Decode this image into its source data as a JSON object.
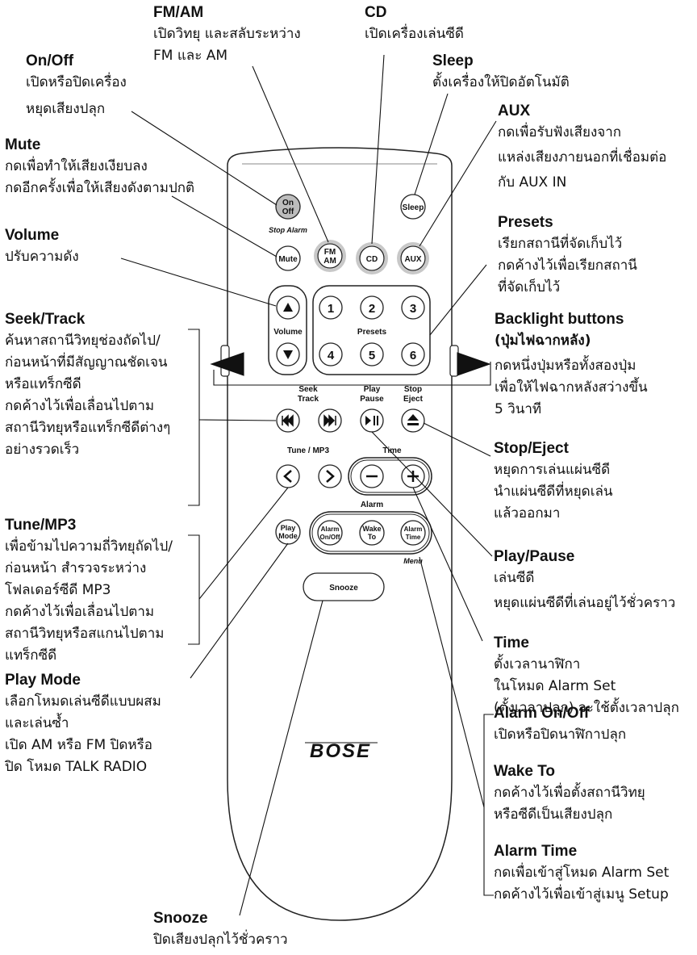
{
  "labels": {
    "fmam": {
      "title": "FM/AM",
      "lines": [
        "เปิดวิทยุ และสลับระหว่าง",
        "FM และ AM"
      ]
    },
    "cd": {
      "title": "CD",
      "lines": [
        "เปิดเครื่องเล่นซีดี"
      ]
    },
    "onoff": {
      "title": "On/Off",
      "lines": [
        "เปิดหรือปิดเครื่อง",
        "หยุดเสียงปลุก"
      ]
    },
    "sleep": {
      "title": "Sleep",
      "lines": [
        "ตั้งเครื่องให้ปิดอัตโนมัติ"
      ]
    },
    "aux": {
      "title": "AUX",
      "lines": [
        "กดเพื่อรับฟังเสียงจาก",
        "แหล่งเสียงภายนอกที่เชื่อมต่อ",
        "กับ AUX IN"
      ]
    },
    "mute": {
      "title": "Mute",
      "lines": [
        "กดเพื่อทำให้เสียงเงียบลง",
        "กดอีกครั้งเพื่อให้เสียงดังตามปกติ"
      ]
    },
    "presets": {
      "title": "Presets",
      "lines": [
        "เรียกสถานีที่จัดเก็บไว้",
        "กดค้างไว้เพื่อเรียกสถานี",
        "ที่จัดเก็บไว้"
      ]
    },
    "volume": {
      "title": "Volume",
      "lines": [
        "ปรับความดัง"
      ]
    },
    "seek": {
      "title": "Seek/Track",
      "lines": [
        "ค้นหาสถานีวิทยุช่องถัดไป/",
        "ก่อนหน้าที่มีสัญญาณชัดเจน",
        "หรือแทร็กซีดี"
      ],
      "lines2": [
        "กดค้างไว้เพื่อเลื่อนไปตาม",
        "สถานีวิทยุหรือแทร็กซีดีต่างๆ",
        "อย่างรวดเร็ว"
      ]
    },
    "backlight": {
      "title": "Backlight buttons",
      "title2": "(ปุ่มไฟฉากหลัง)",
      "lines": [
        "กดหนึ่งปุ่มหรือทั้งสองปุ่ม",
        "เพื่อให้ไฟฉากหลังสว่างขึ้น",
        "5 วินาที"
      ]
    },
    "stopeject": {
      "title": "Stop/Eject",
      "lines": [
        "หยุดการเล่นแผ่นซีดี",
        "นำแผ่นซีดีที่หยุดเล่น",
        "แล้วออกมา"
      ]
    },
    "tune": {
      "title": "Tune/MP3",
      "lines": [
        "เพื่อข้ามไปความถี่วิทยุถัดไป/",
        "ก่อนหน้า สำรวจระหว่าง",
        "โฟลเดอร์ซีดี MP3"
      ],
      "lines2": [
        "กดค้างไว้เพื่อเลื่อนไปตาม",
        "สถานีวิทยุหรือสแกนไปตาม",
        "แทร็กซีดี"
      ]
    },
    "playpause": {
      "title": "Play/Pause",
      "lines": [
        "เล่นซีดี",
        "หยุดแผ่นซีดีที่เล่นอยู่ไว้ชั่วคราว"
      ]
    },
    "time": {
      "title": "Time",
      "lines": [
        "ตั้งเวลานาฬิกา",
        "ในโหมด Alarm Set",
        "(ตั้งเวลาปลุก) จะใช้ตั้งเวลาปลุก"
      ]
    },
    "playmode": {
      "title": "Play Mode",
      "lines": [
        "เลือกโหมดเล่นซีดีแบบผสม",
        "และเล่นซ้ำ"
      ],
      "lines2": [
        "เปิด AM หรือ FM ปิดหรือ",
        "ปิด โหมด TALK RADIO"
      ]
    },
    "alarmonoff": {
      "title": "Alarm On/Off",
      "lines": [
        "เปิดหรือปิดนาฬิกาปลุก"
      ]
    },
    "waketo": {
      "title": "Wake To",
      "lines": [
        "กดค้างไว้เพื่อตั้งสถานีวิทยุ",
        "หรือซีดีเป็นเสียงปลุก"
      ]
    },
    "alarmtime": {
      "title": "Alarm Time",
      "lines": [
        "กดเพื่อเข้าสู่โหมด Alarm Set",
        "กดค้างไว้เพื่อเข้าสู่เมนู Setup"
      ]
    },
    "snooze": {
      "title": "Snooze",
      "lines": [
        "ปิดเสียงปลุกไว้ชั่วคราว"
      ]
    }
  },
  "remote": {
    "on": "On",
    "off": "Off",
    "stop_alarm": "Stop Alarm",
    "sleep": "Sleep",
    "mute": "Mute",
    "fm": "FM",
    "am": "AM",
    "cd": "CD",
    "aux": "AUX",
    "volume": "Volume",
    "presets": "Presets",
    "p1": "1",
    "p2": "2",
    "p3": "3",
    "p4": "4",
    "p5": "5",
    "p6": "6",
    "seek1": "Seek",
    "seek2": "Track",
    "play1": "Play",
    "play2": "Pause",
    "stop1": "Stop",
    "stop2": "Eject",
    "tune_mp3": "Tune / MP3",
    "time": "Time",
    "alarm": "Alarm",
    "menu": "Menu",
    "playmode1": "Play",
    "playmode2": "Mode",
    "al1a": "Alarm",
    "al1b": "On/Off",
    "wake1": "Wake",
    "wake2": "To",
    "al3a": "Alarm",
    "al3b": "Time",
    "snooze": "Snooze",
    "brand": "BOSE"
  }
}
